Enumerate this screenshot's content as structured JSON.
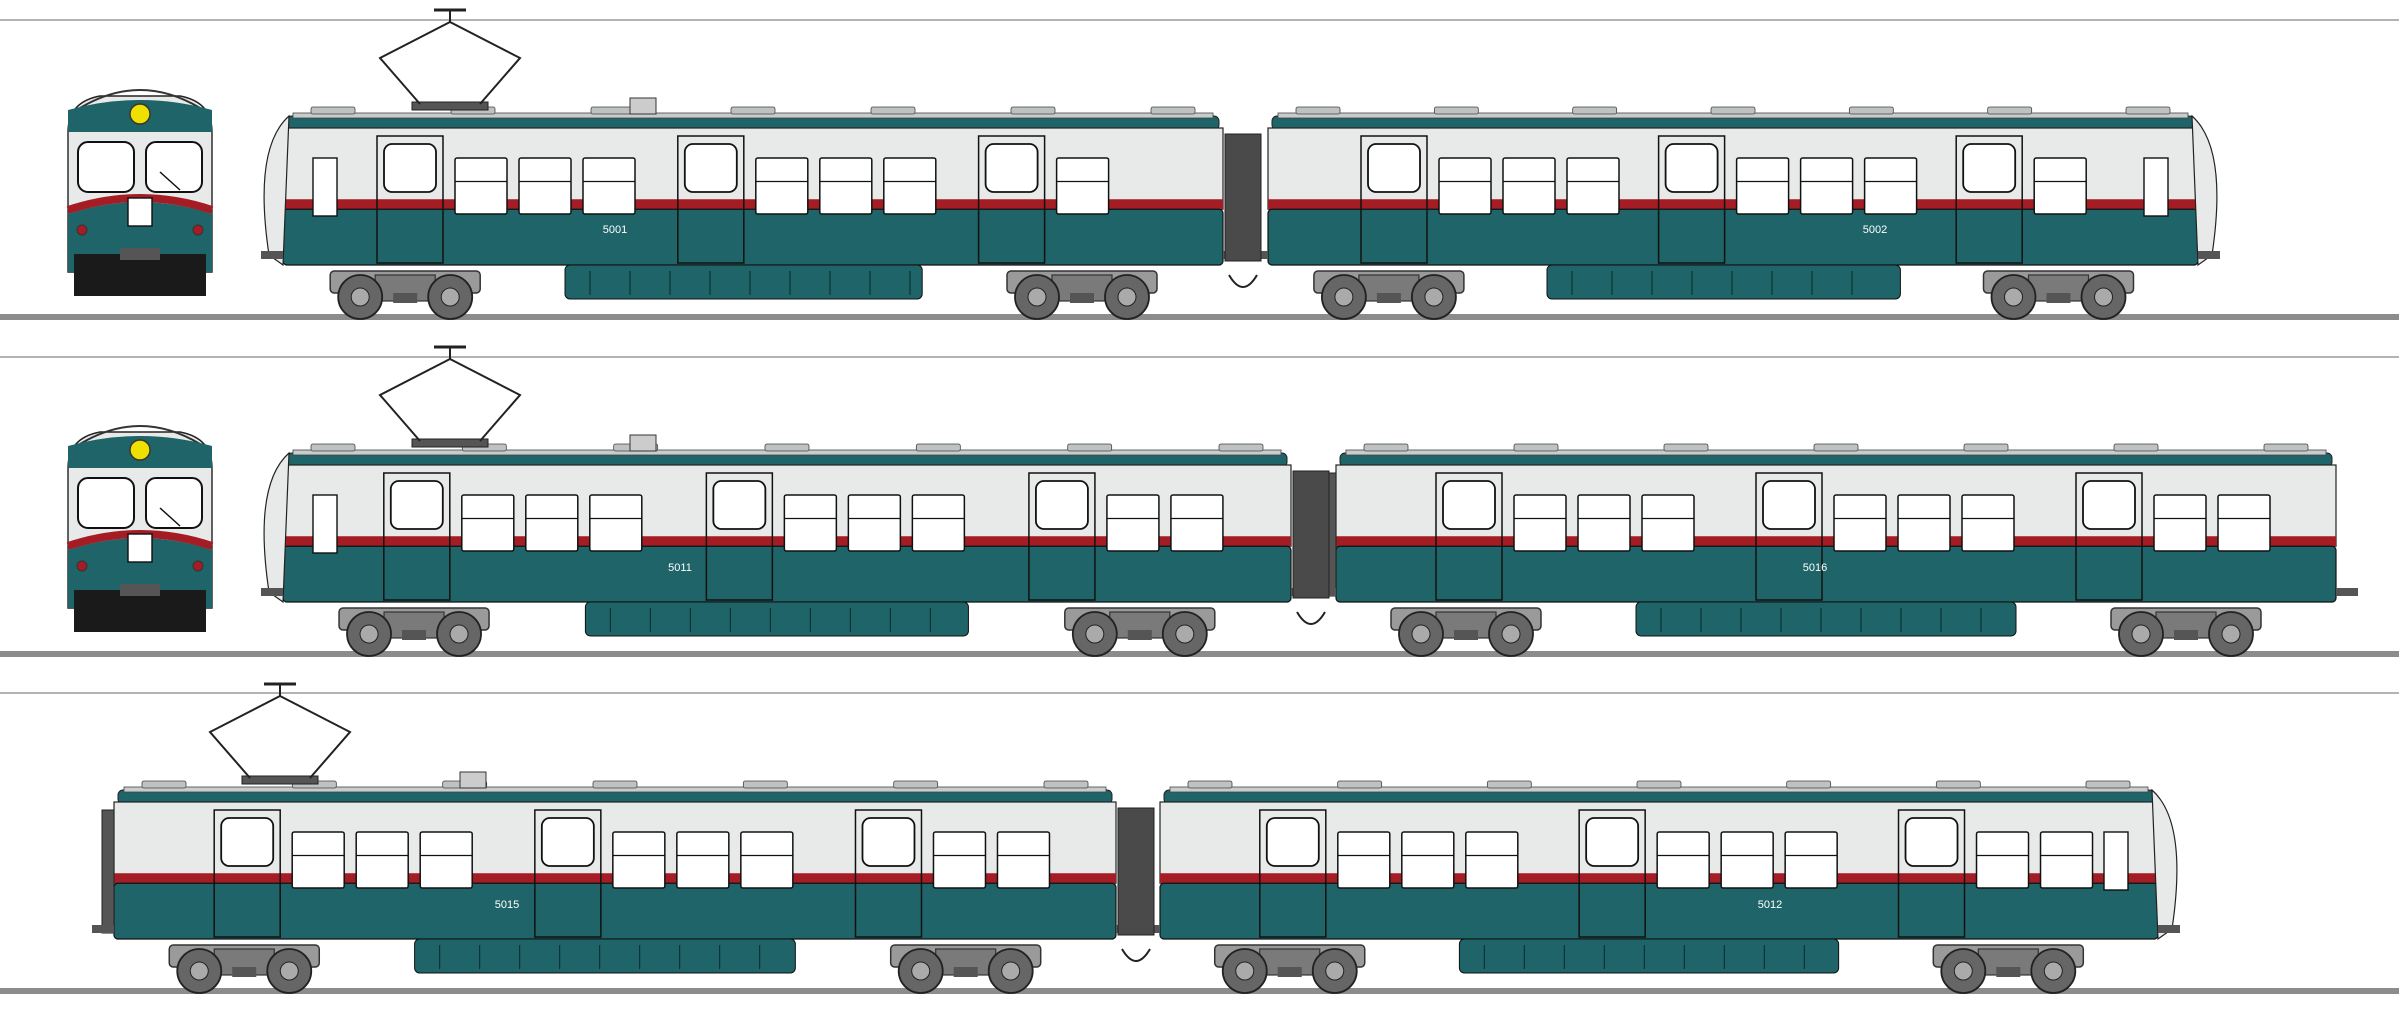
{
  "colors": {
    "body_green": "#1f6468",
    "body_white": "#e8eaea",
    "stripe_red": "#a51d24",
    "roof_grey": "#c9cccc",
    "truck_grey": "#8a8a8a",
    "rail": "#8c8c8c",
    "headlight": "#f0e000",
    "window": "#ffffff"
  },
  "trains": [
    {
      "row": 1,
      "has_front_view": true,
      "cars": [
        {
          "number": "5001"
        },
        {
          "number": "5002"
        }
      ]
    },
    {
      "row": 2,
      "has_front_view": true,
      "cars": [
        {
          "number": "5011"
        },
        {
          "number": "5016"
        }
      ]
    },
    {
      "row": 3,
      "has_front_view": false,
      "cars": [
        {
          "number": "5015"
        },
        {
          "number": "5012"
        }
      ]
    }
  ]
}
